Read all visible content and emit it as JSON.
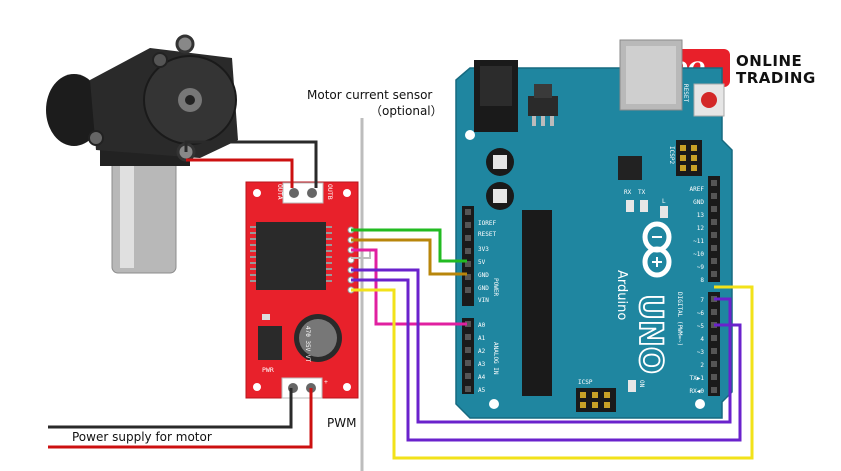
{
  "labels": {
    "sensor_line1": "Motor current sensor",
    "sensor_line2": "（optional）",
    "pwm": "PWM",
    "power_supply": "Power supply for motor"
  },
  "logo": {
    "mark": "QQ",
    "line1": "ONLINE",
    "line2": "TRADING"
  },
  "driver_board": {
    "out_a": "OUTA",
    "out_b": "OUTB",
    "pwr": "PWR",
    "plus": "+",
    "capacitor": "470 35V VT"
  },
  "arduino": {
    "name": "Arduino",
    "model": "UNO",
    "reset": "RESET",
    "icsp": "ICSP",
    "icsp2": "ICSP2",
    "tx": "TX",
    "rx": "RX",
    "l": "L",
    "on": "ON",
    "power_header": [
      "IOREF",
      "RESET",
      "3V3",
      "5V",
      "GND",
      "GND",
      "VIN"
    ],
    "power_label": "POWER",
    "analog_header": [
      "A0",
      "A1",
      "A2",
      "A3",
      "A4",
      "A5"
    ],
    "analog_label": "ANALOG IN",
    "digital_top": [
      "AREF",
      "GND",
      "13",
      "12",
      "~11",
      "~10",
      "~9",
      "8"
    ],
    "digital_bottom": [
      "7",
      "~6",
      "~5",
      "4",
      "~3",
      "2",
      "TX▶1",
      "RX◀0"
    ],
    "digital_label": "DIGITAL (PWM=~)"
  },
  "colors": {
    "arduino_board": "#1f86a0",
    "driver_board": "#e8212b",
    "wire_green": "#22bb22",
    "wire_brown": "#b8860b",
    "wire_magenta": "#e020a0",
    "wire_purple": "#6a22cc",
    "wire_yellow": "#f2e21a",
    "wire_black": "#2a2a2a",
    "wire_red": "#cc1010",
    "wire_gray": "#bdbdbd",
    "logo_red": "#e8202a"
  },
  "icons": [
    "motor-icon",
    "arduino-uno-board",
    "motor-driver-board",
    "qq-logo-icon"
  ]
}
